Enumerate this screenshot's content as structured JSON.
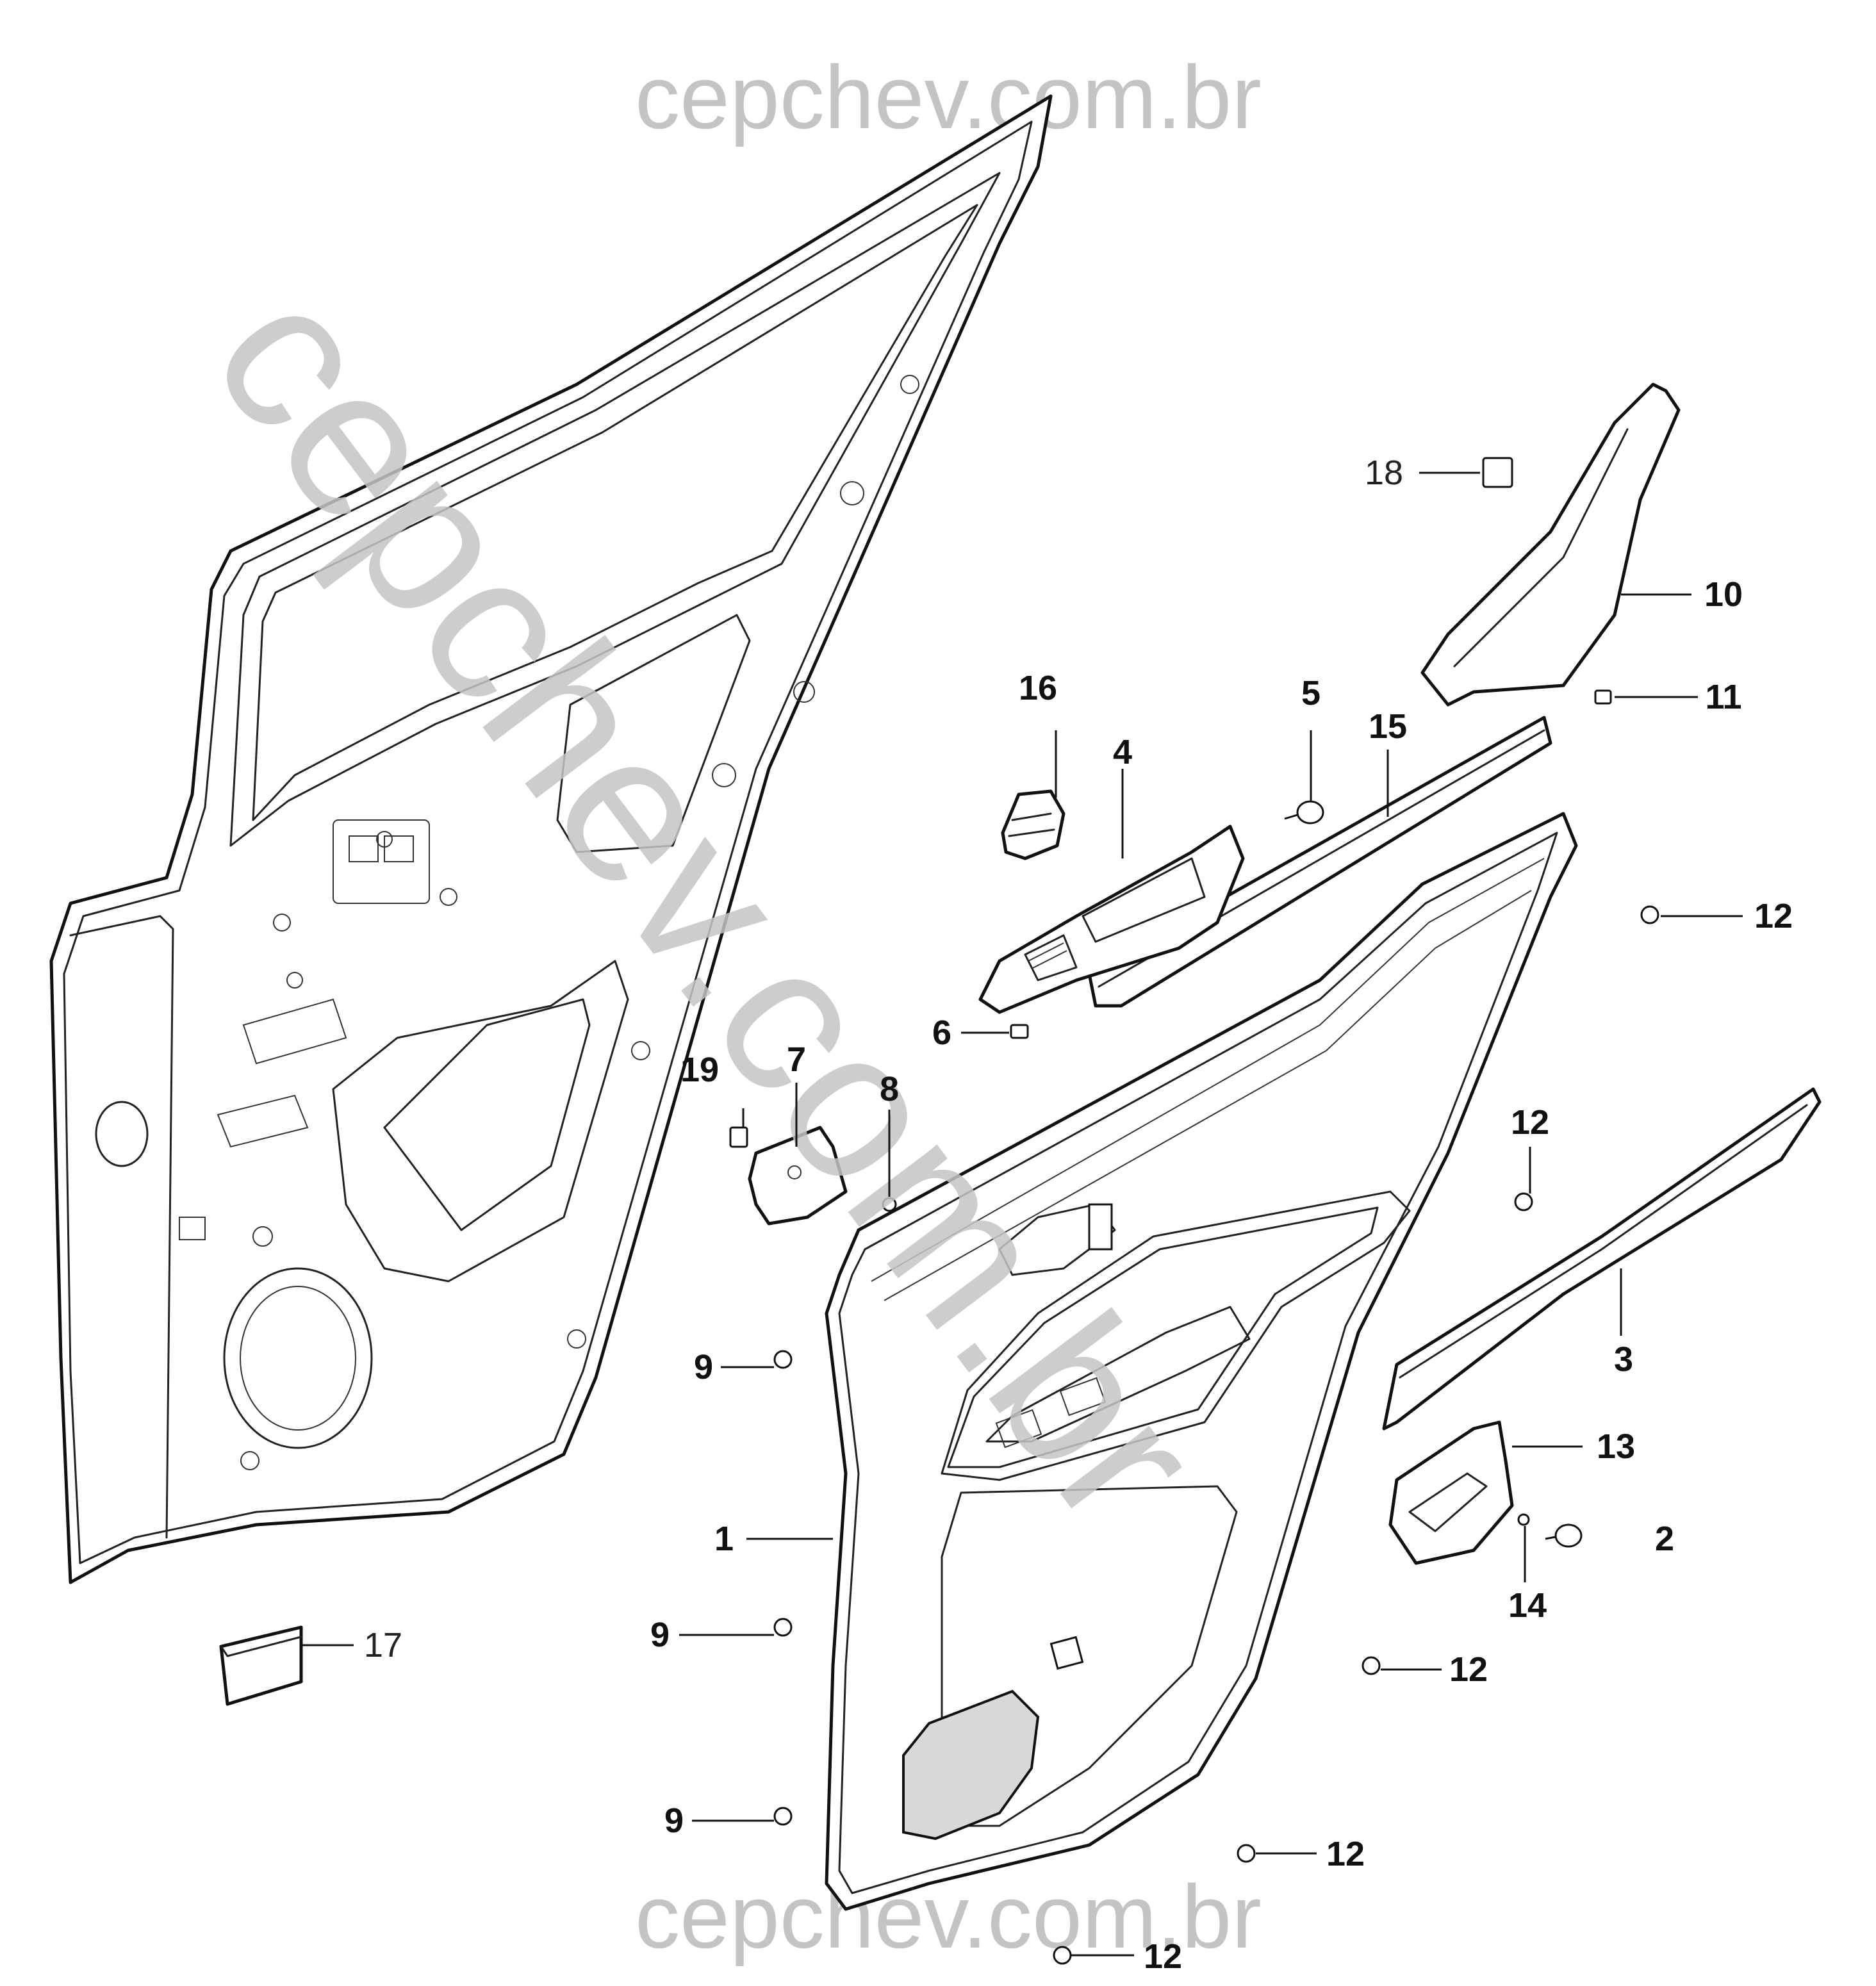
{
  "watermark": {
    "top": "cepchev.com.br",
    "diagonal": "cepchev.com.br",
    "bottom": "cepchev.com.br"
  },
  "callouts": {
    "p1": "1",
    "p2": "2",
    "p3": "3",
    "p4": "4",
    "p5": "5",
    "p6": "6",
    "p7": "7",
    "p8": "8",
    "p9a": "9",
    "p9b": "9",
    "p9c": "9",
    "p10": "10",
    "p11": "11",
    "p12a": "12",
    "p12b": "12",
    "p12c": "12",
    "p12d": "12",
    "p12e": "12",
    "p13": "13",
    "p14": "14",
    "p15": "15",
    "p16": "16",
    "p17": "17",
    "p18": "18",
    "p19": "19"
  }
}
